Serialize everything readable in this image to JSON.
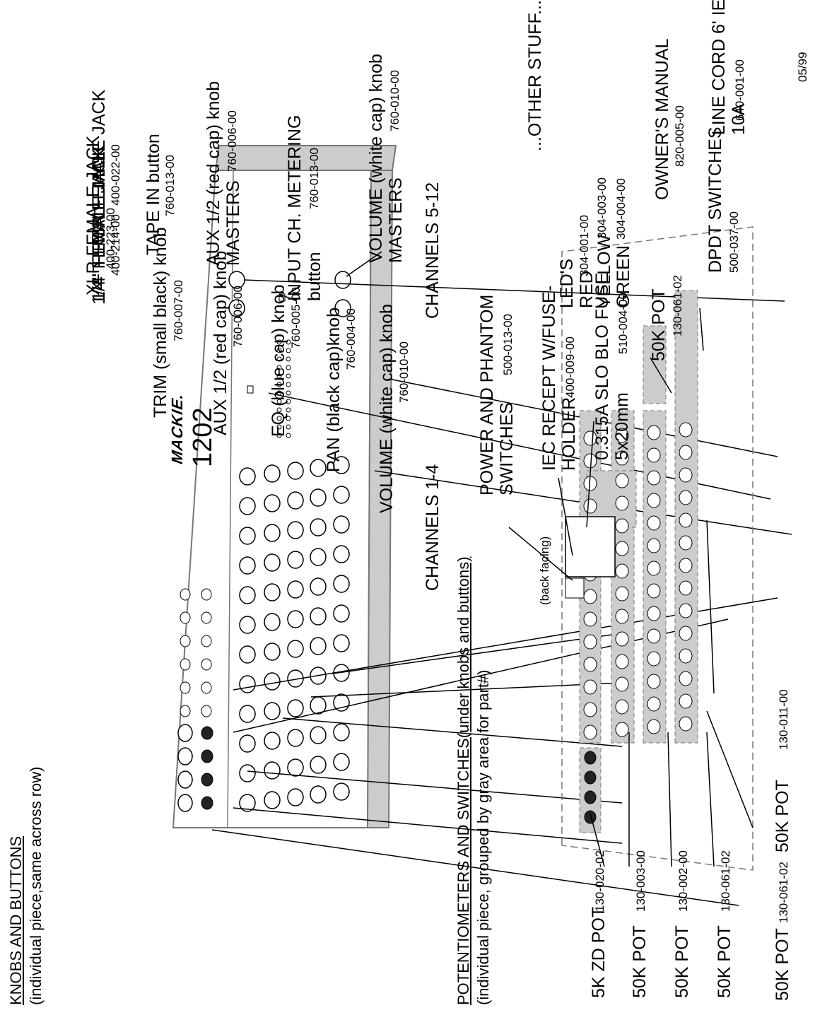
{
  "sections": {
    "knobs": {
      "title": "KNOBS AND BUTTONS",
      "subtitle": "(individual piece,same across row)"
    },
    "pots": {
      "title": "POTENTIOMETERS AND  SWITCHES(under knobs and buttons)",
      "subtitle": "(individual piece, grouped by gray area for part#)"
    }
  },
  "mixer": {
    "brand": "MACKIE.",
    "model": "1202"
  },
  "knob_labels": [
    {
      "label": "XLR  FEMALE JACK",
      "part": "400-223-00"
    },
    {
      "label": "TRIM  (small black) knob",
      "part": "760-007-00"
    },
    {
      "label": "AUX 1/2  (red cap)  knob",
      "part": "760-006-00"
    },
    {
      "label": "EQ (blue cap)  knob",
      "part": "760-005-00"
    },
    {
      "label": "PAN (black cap)knob",
      "part": "760-004-00"
    },
    {
      "label": "VOLUME (white cap)  knob",
      "part": "760-010-00"
    },
    {
      "label": "1/4\"  FEMALE JACK",
      "part": "400-214-00"
    },
    {
      "label": "RCA FEMALE JACK",
      "part": "400-022-00"
    },
    {
      "label": "TAPE  IN button",
      "part": "760-013-00"
    },
    {
      "label": "AUX 1/2  (red cap)  knob",
      "label2": "MASTERS",
      "part": "760-006-00"
    },
    {
      "label": "INPUT CH. METERING",
      "label2": "button",
      "part": "760-013-00"
    },
    {
      "label": "VOLUME  (white cap) knob",
      "label2": "MASTERS",
      "part": "760-010-00"
    }
  ],
  "channels": {
    "left": "CHANNELS 1-4",
    "right": "CHANNELS 5-12"
  },
  "pot_labels": [
    {
      "label": "5K  ZD  POT",
      "part": "130-020-02"
    },
    {
      "label": "50K  POT",
      "part": "130-003-00"
    },
    {
      "label": "50K  POT",
      "part": "130-002-00"
    },
    {
      "label": "50K  POT",
      "part": "130-061-02"
    },
    {
      "label": "50K  POT",
      "part": "130-061-02"
    },
    {
      "label": "50K  POT",
      "part": "130-011-00"
    }
  ],
  "back_facing": "(back facing)",
  "power": {
    "label": "POWER AND PHANTOM",
    "label2": "SWITCHES",
    "part": "500-013-00"
  },
  "iec": {
    "label": "IEC RECEPT W/FUSE-",
    "label2": "HOLDER",
    "part": "400-009-00"
  },
  "fuse": {
    "label": "0.315A SLO BLO FUSE",
    "label2": "5x20mm",
    "part": "510-004-00"
  },
  "pot_right": {
    "label": "50K POT",
    "part": "130-061-02"
  },
  "dpdt": {
    "label": "DPDT SWITCHES",
    "part": "500-037-00"
  },
  "other": {
    "title": "...OTHER STUFF...",
    "leds": "LED'S",
    "led_red": "RED",
    "led_red_part": "304-001-00",
    "led_yellow": "YELLOW",
    "led_yellow_part": "304-003-00",
    "led_green": "GREEN",
    "led_green_part": "304-004-00",
    "manual": "OWNER'S MANUAL",
    "manual_part": "820-005-00",
    "cord": "LINE CORD 6' IEC",
    "cord2": "10A",
    "cord_part": "640-001-00"
  },
  "date": "05/99"
}
